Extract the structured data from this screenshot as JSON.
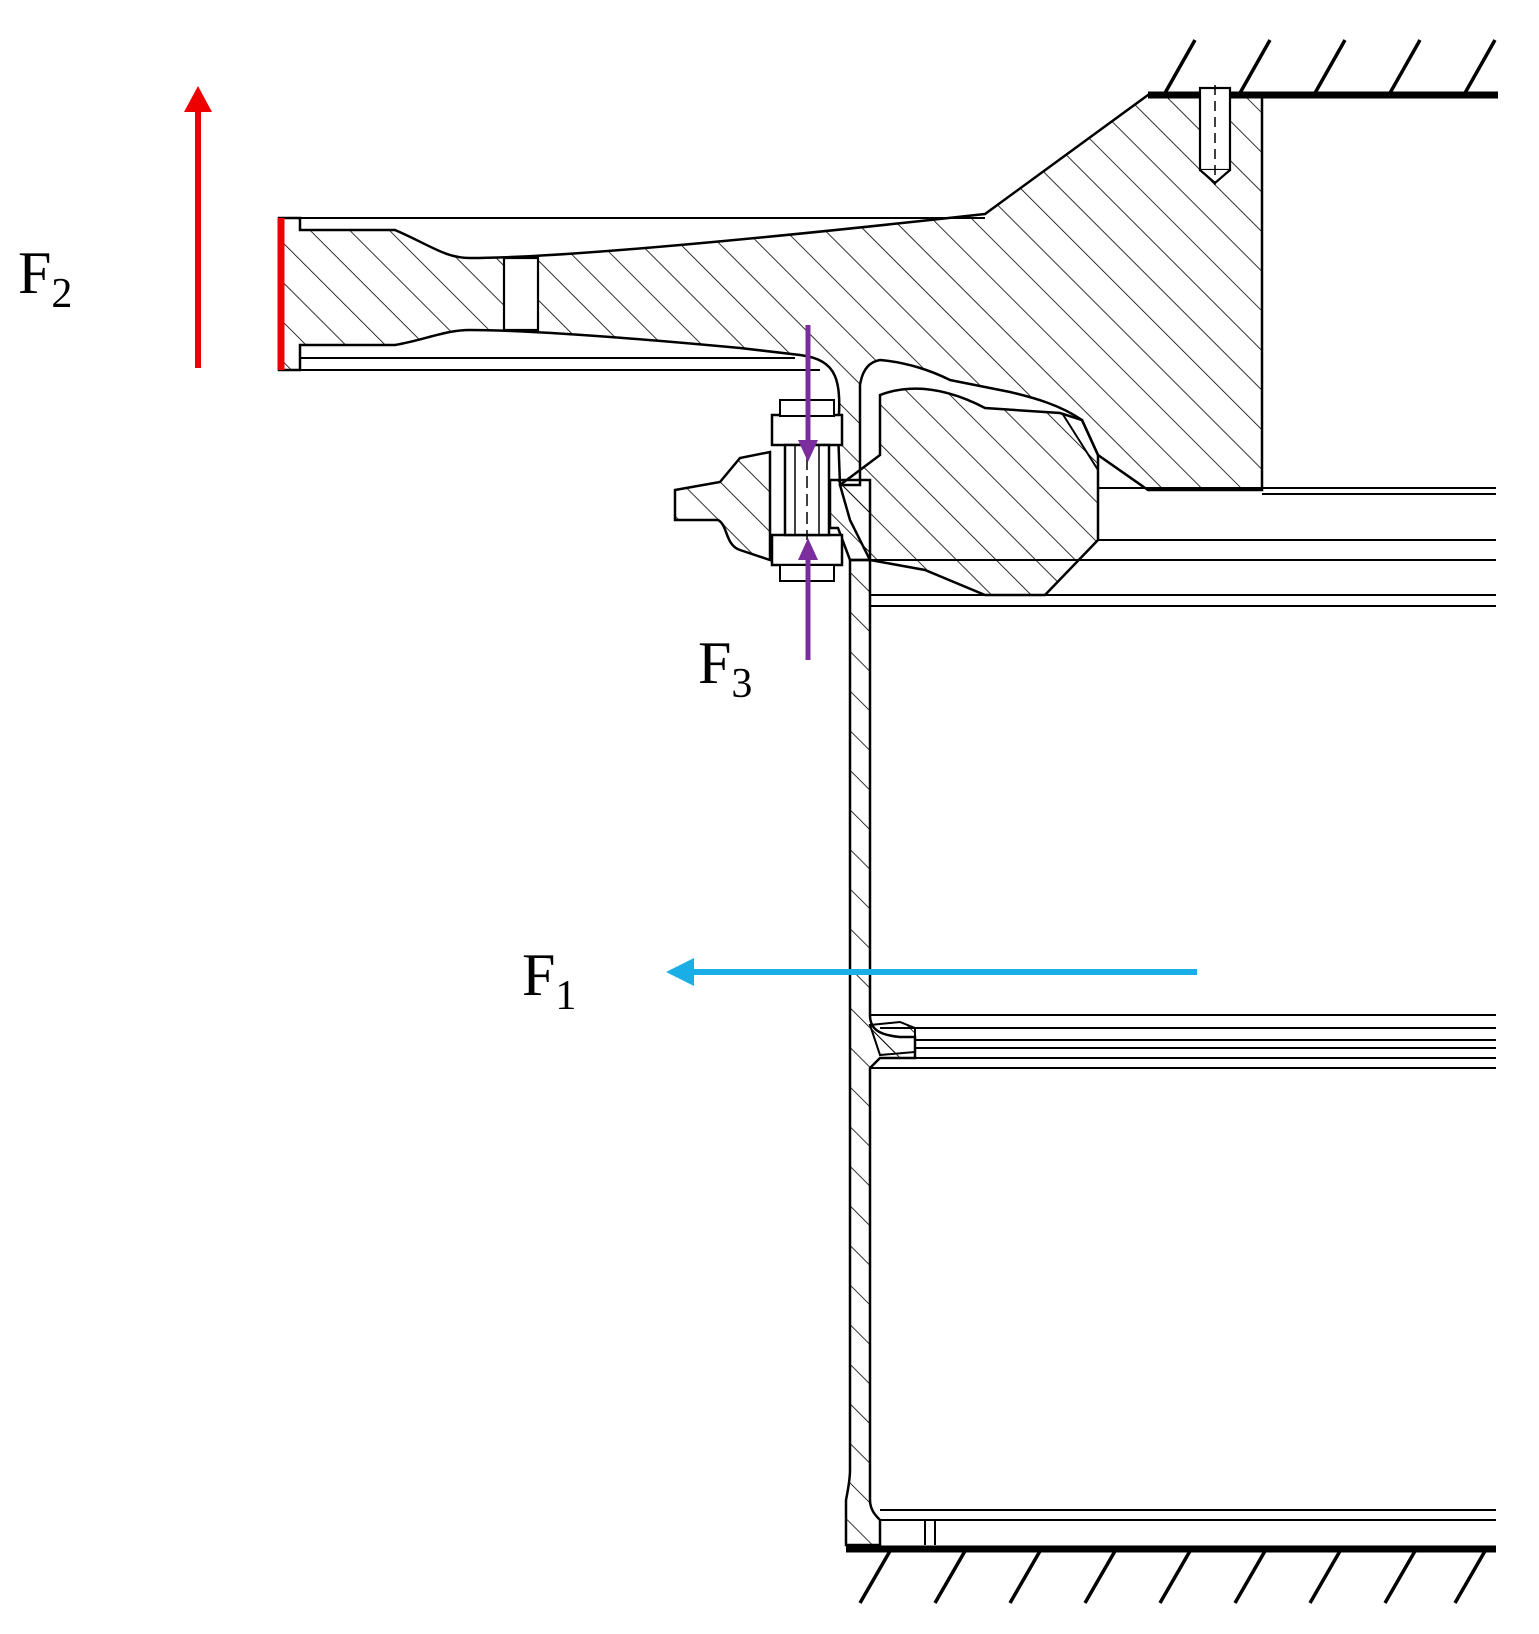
{
  "forces": {
    "f1": {
      "main": "F",
      "sub": "1",
      "color": "#1aaee6"
    },
    "f2": {
      "main": "F",
      "sub": "2",
      "color": "#ee0000"
    },
    "f3": {
      "main": "F",
      "sub": "3",
      "color": "#7b2d9e"
    }
  },
  "drawing": {
    "line_color": "#000000",
    "hatch_color": "#000000",
    "fill_color": "#ffffff"
  }
}
